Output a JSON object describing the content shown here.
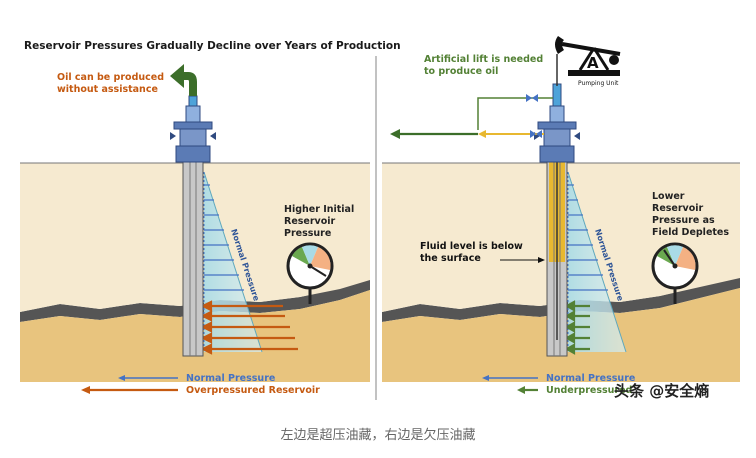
{
  "left": {
    "title": "Reservoir Pressures Gradually Decline over Years of Production",
    "oil_note_line1": "Oil can be produced",
    "oil_note_line2": "without assistance",
    "gauge_label_line1": "Higher Initial",
    "gauge_label_line2": "Reservoir",
    "gauge_label_line3": "Pressure",
    "normal_pressure_diag": "Normal Pressure",
    "legend_normal": "Normal Pressure",
    "legend_over": "Overpressured Reservoir"
  },
  "right": {
    "artificial_line1": "Artificial lift is needed",
    "artificial_line2": "to produce oil",
    "pump_label": "Pumping Unit",
    "pump_letter": "A",
    "fluid_line1": "Fluid level is below",
    "fluid_line2": "the surface",
    "gauge_label_line1": "Lower",
    "gauge_label_line2": "Reservoir",
    "gauge_label_line3": "Pressure as",
    "gauge_label_line4": "Field Depletes",
    "normal_pressure_diag": "Normal Pressure",
    "legend_normal": "Normal Pressure",
    "legend_under": "Underpressured"
  },
  "caption": "左边是超压油藏，右边是欠压油藏",
  "watermark": "头条 @安全熵",
  "colors": {
    "soil_top": "#f6ead0",
    "soil_reservoir": "#e8c47e",
    "rock_band": "#555555",
    "orange_text": "#c55a11",
    "green_text": "#538135",
    "blue_arrow": "#4472c4",
    "casing_blue": "#5b7bb5",
    "pressure_fill": "#a9dbe6",
    "oil_yellow": "#e8b830"
  }
}
